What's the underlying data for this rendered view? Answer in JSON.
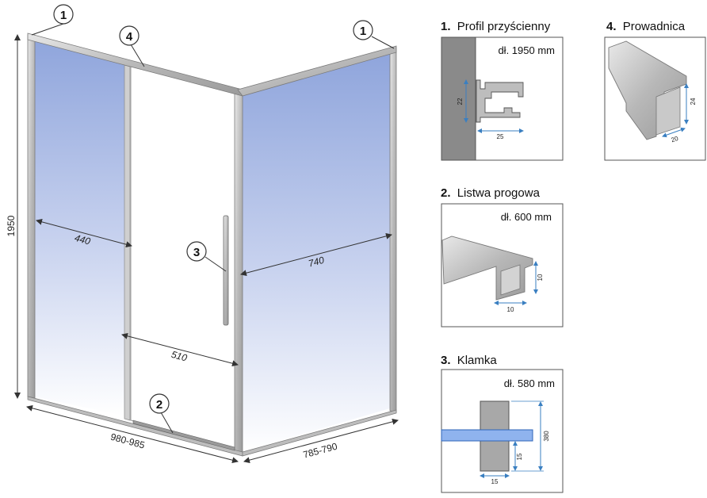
{
  "diagram": {
    "dimensions": {
      "height": "1950",
      "width_front": "980-985",
      "width_side": "785-790",
      "fixed_panel": "440",
      "door_opening": "510",
      "side_panel": "740"
    },
    "callouts": [
      "1",
      "4",
      "1",
      "3",
      "2"
    ],
    "colors": {
      "glass_top": "#8fa5dc",
      "glass_bottom": "#ffffff",
      "frame": "#b0b0b0",
      "dimension_blue": "#3a7fc1",
      "wall_gray": "#8a8a8a"
    }
  },
  "details": {
    "profile": {
      "number": "1.",
      "title": "Profil przyścienny",
      "length": "dł. 1950 mm",
      "dim_height": "22",
      "dim_width": "25"
    },
    "guide": {
      "number": "4.",
      "title": "Prowadnica",
      "dim_height": "24",
      "dim_width": "20"
    },
    "threshold": {
      "number": "2.",
      "title": "Listwa progowa",
      "length": "dł. 600 mm",
      "dim_height": "10",
      "dim_width": "10"
    },
    "handle": {
      "number": "3.",
      "title": "Klamka",
      "length": "dł. 580 mm",
      "dim_height": "380",
      "dim_side": "15",
      "dim_width": "15"
    }
  }
}
